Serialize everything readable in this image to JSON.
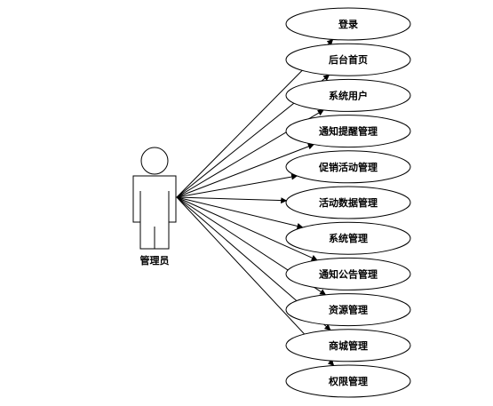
{
  "actor": {
    "name": "管理员"
  },
  "use_cases": [
    "登录",
    "后台首页",
    "系统用户",
    "通知提醒管理",
    "促销活动管理",
    "活动数据管理",
    "系统管理",
    "通知公告管理",
    "资源管理",
    "商城管理",
    "权限管理"
  ]
}
